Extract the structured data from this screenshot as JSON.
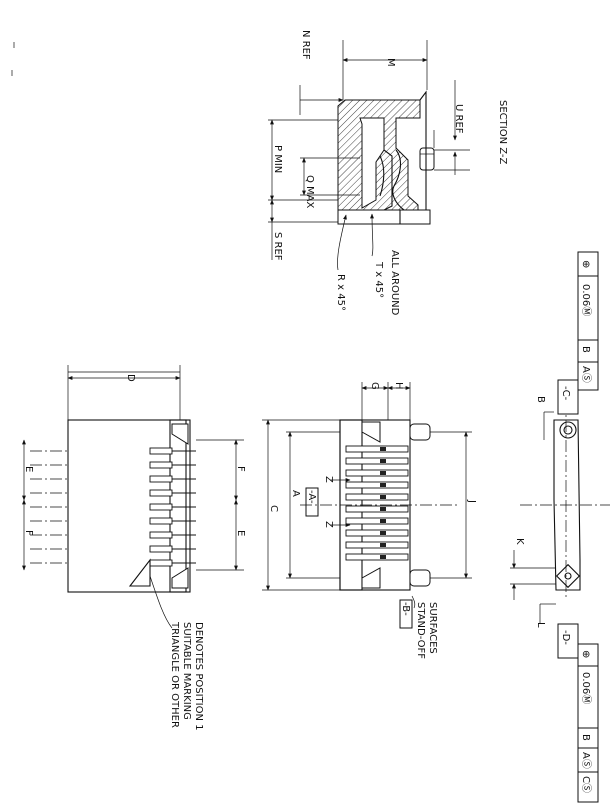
{
  "drawing": {
    "section_view": {
      "dimensions": [
        "N REF",
        "M",
        "U REF",
        "P MIN",
        "Q MAX",
        "S REF"
      ],
      "callouts": [
        "R x 45°",
        "T x 45°",
        "ALL AROUND"
      ],
      "caption": "SECTION Z-Z"
    },
    "top_view": {
      "dimensions": [
        "D",
        "E",
        "F",
        "F",
        "E"
      ],
      "note_lines": [
        "TRIANGLE OR OTHER",
        "SUITABLE MARKING",
        "DENOTES POSITION 1"
      ]
    },
    "front_view": {
      "dimensions": [
        "C",
        "A",
        "G",
        "H",
        "J"
      ],
      "datum_a": "-A-",
      "datum_b": "-B-",
      "section_marks": [
        "Z",
        "Z"
      ],
      "standoff_lines": [
        "STAND-OFF",
        "SURFACES"
      ]
    },
    "end_view": {
      "dimensions": [
        "B",
        "K",
        "L"
      ]
    },
    "fcf_top": {
      "symbol": "⊕",
      "tolerance": "0.06Ⓜ",
      "ref1": "B",
      "ref2": "AⓈ",
      "datum": "-C-"
    },
    "fcf_bottom": {
      "symbol": "⊕",
      "tolerance": "0.06Ⓜ",
      "ref1": "B",
      "ref2": "AⓈ",
      "ref3": "CⓈ",
      "datum": "-D-"
    }
  }
}
